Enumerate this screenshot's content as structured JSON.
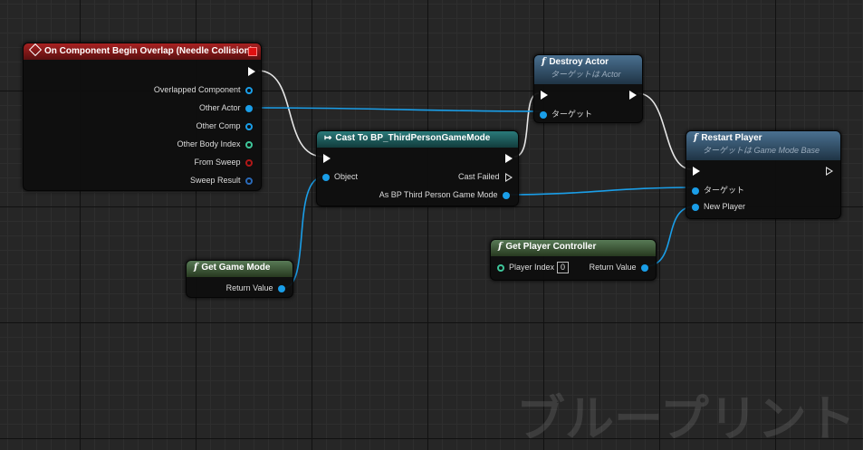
{
  "watermark": "ブループリント",
  "nodes": {
    "overlap": {
      "title": "On Component Begin Overlap (Needle Collision)",
      "pins": [
        "Overlapped Component",
        "Other Actor",
        "Other Comp",
        "Other Body Index",
        "From Sweep",
        "Sweep Result"
      ]
    },
    "cast": {
      "title": "Cast To BP_ThirdPersonGameMode",
      "object_pin": "Object",
      "cast_failed_pin": "Cast Failed",
      "as_pin": "As BP Third Person Game Mode"
    },
    "destroy": {
      "title": "Destroy Actor",
      "subtitle": "ターゲットは Actor",
      "target_pin": "ターゲット"
    },
    "restart": {
      "title": "Restart Player",
      "subtitle": "ターゲットは Game Mode Base",
      "target_pin": "ターゲット",
      "new_player_pin": "New Player"
    },
    "get_game_mode": {
      "title": "Get Game Mode",
      "return_pin": "Return Value"
    },
    "get_pc": {
      "title": "Get Player Controller",
      "index_pin": "Player Index",
      "index_value": "0",
      "return_pin": "Return Value"
    }
  },
  "colors": {
    "exec_wire": "#e6e6e6",
    "object_wire": "#1a9ee8",
    "event_header": "#a82222",
    "cast_header": "#2a7a7a",
    "function_header": "#4a7090",
    "pure_header": "#587a56"
  },
  "icons": {
    "event": "event-diamond-icon",
    "function": "function-f-icon",
    "cast": "cast-arrow-icon",
    "exec": "exec-arrow-icon",
    "close": "close-square-icon"
  }
}
